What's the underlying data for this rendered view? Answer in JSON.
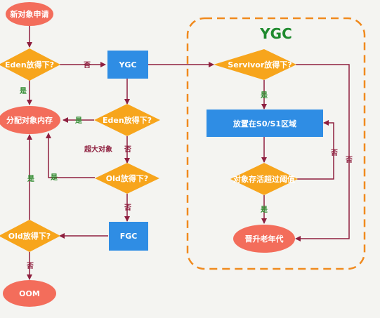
{
  "title": "YGC",
  "colors": {
    "oval": "#f36d5b",
    "diamond": "#f7a51c",
    "rect": "#2f8de4",
    "arrow": "#8e1f3f",
    "yes": "#2f8a2f",
    "no": "#8e1f3f",
    "dashed_box": "#f08a1e",
    "title": "#1f8a2e"
  },
  "nodes": {
    "new_object": "新对象申请",
    "eden_check_1": "Eden放得下?",
    "alloc_memory": "分配对象内存",
    "old_check_left": "Old放得下?",
    "oom": "OOM",
    "ygc": "YGC",
    "eden_check_2": "Eden放得下?",
    "old_check_mid": "Old放得下?",
    "fgc": "FGC",
    "survivor_check": "Servivor放得下?",
    "place_s0_s1": "放置在S0/S1区域",
    "age_check": "对象存活超过阈值",
    "promote_old": "晋升老年代"
  },
  "edges": {
    "yes": "是",
    "no": "否",
    "large_object": "超大对象"
  }
}
